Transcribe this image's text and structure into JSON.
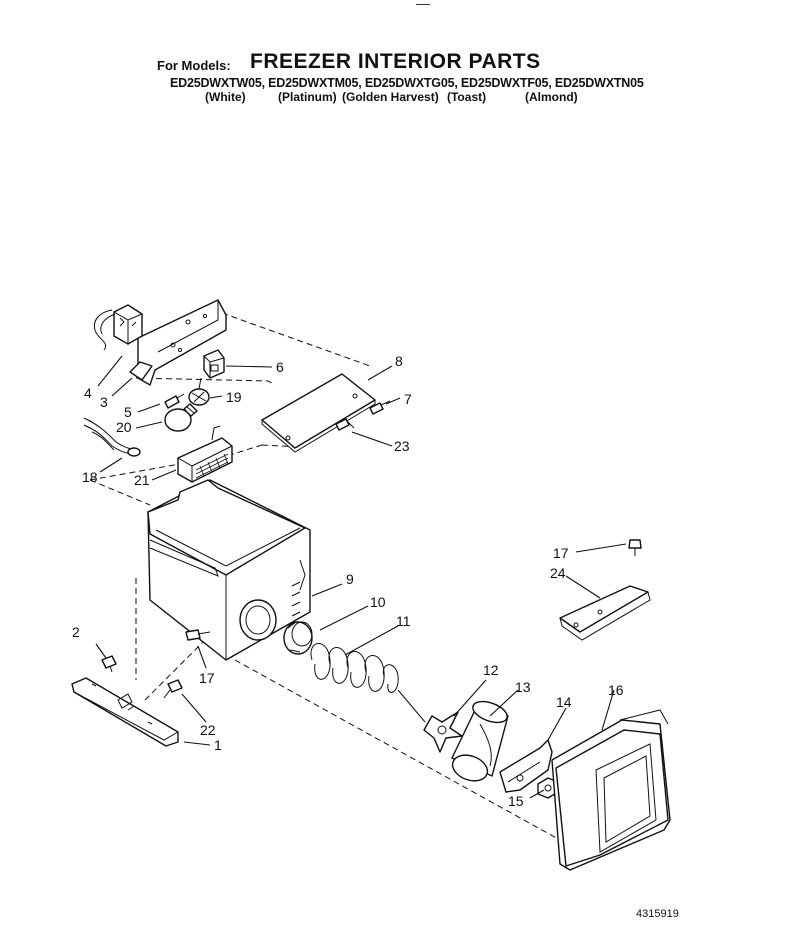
{
  "header": {
    "for_models": "For Models:",
    "title": "FREEZER INTERIOR PARTS",
    "models": "ED25DWXTW05, ED25DWXTM05, ED25DWXTG05, ED25DWXTF05, ED25DWXTN05",
    "colors": [
      "(White)",
      "(Platinum)",
      "(Golden Harvest)",
      "(Toast)",
      "(Almond)"
    ]
  },
  "callouts": [
    "1",
    "2",
    "3",
    "4",
    "5",
    "6",
    "7",
    "8",
    "9",
    "10",
    "11",
    "12",
    "13",
    "14",
    "15",
    "16",
    "17",
    "17",
    "18",
    "19",
    "20",
    "21",
    "22",
    "23",
    "24"
  ],
  "footer": {
    "doc_number": "4315919"
  }
}
